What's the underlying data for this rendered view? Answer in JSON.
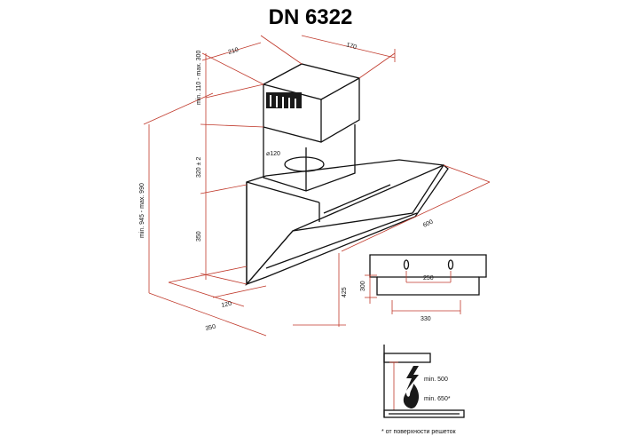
{
  "title": "DN 6322",
  "dimensions": {
    "top_width": "210",
    "top_depth": "170",
    "chimney_adjust": "min. 110 - max. 300",
    "duct_diameter": "⌀120",
    "chimney_height": "320 ± 2",
    "total_height": "min. 945 - max. 990",
    "body_height": "350",
    "glass_length": "600",
    "bottom_height": "425",
    "bottom_depth_small": "120",
    "bottom_depth": "350"
  },
  "mount_detail": {
    "height": "300",
    "hole_spacing": "250",
    "width": "330"
  },
  "install_detail": {
    "electric_clearance": "min. 500",
    "gas_clearance": "min. 650*",
    "footnote": "* от поверхности решеток"
  },
  "icons": [
    "lightning-icon",
    "flame-icon"
  ],
  "colors": {
    "dimension_line": "#c0392b",
    "outline": "#111111"
  }
}
